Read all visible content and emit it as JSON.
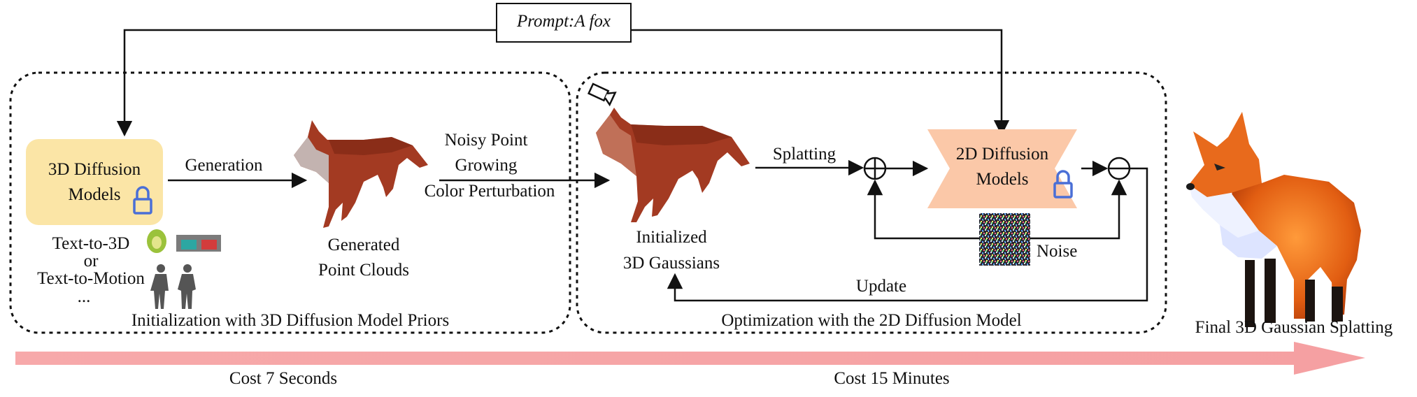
{
  "prompt": "Prompt:A fox",
  "stage1": {
    "caption": "Initialization with 3D Diffusion Model Priors",
    "model_label_line1": "3D Diffusion",
    "model_label_line2": "Models",
    "generation": "Generation",
    "text_to_3d": "Text-to-3D",
    "or": "or",
    "text_to_motion": "Text-to-Motion",
    "ellipsis": "...",
    "pc_label_line1": "Generated",
    "pc_label_line2": "Point Clouds"
  },
  "bridge": {
    "line1": "Noisy Point",
    "line2": "Growing",
    "line3": "Color Perturbation"
  },
  "stage2": {
    "caption": "Optimization with the 2D Diffusion Model",
    "init_line1": "Initialized",
    "init_line2": "3D Gaussians",
    "splatting": "Splatting",
    "model_label_line1": "2D Diffusion",
    "model_label_line2": "Models",
    "noise": "Noise",
    "update": "Update"
  },
  "final": "Final 3D Gaussian Splatting",
  "timeline": {
    "cost1": "Cost 7 Seconds",
    "cost2": "Cost 15 Minutes"
  },
  "colors": {
    "model3d_fill": "#fbe5a6",
    "model2d_fill": "#fbc8a8",
    "lock": "#4a6fd6",
    "timeline": "#f7a9aa",
    "fox_red": "#a33a22",
    "fox_orange": "#e8661a"
  }
}
